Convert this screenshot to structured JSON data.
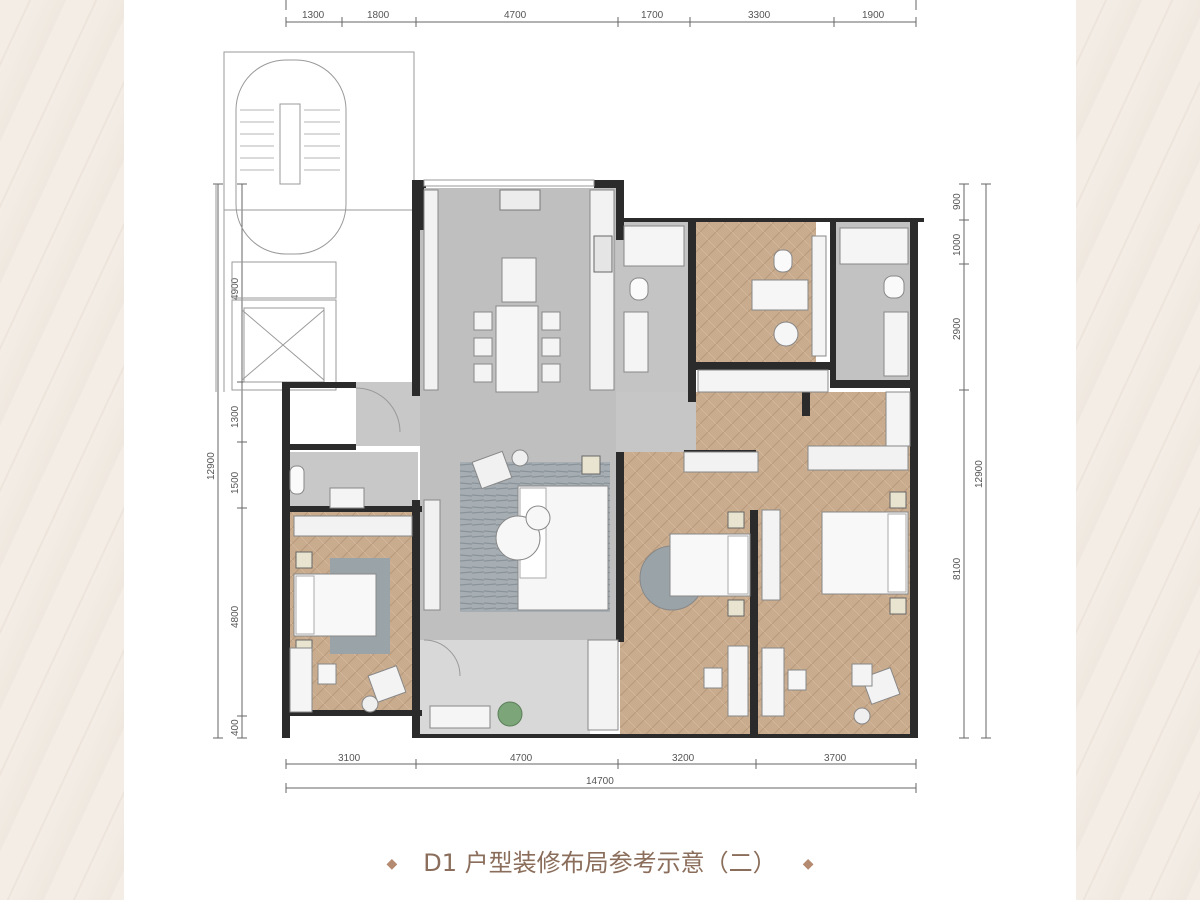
{
  "caption": {
    "text": "D1 户型装修布局参考示意（二）",
    "ornament": "diamond"
  },
  "dimensions": {
    "top": [
      "1300",
      "1800",
      "4700",
      "1700",
      "3300",
      "1900"
    ],
    "bottom": [
      "3100",
      "4700",
      "3200",
      "3700"
    ],
    "bottom_total": "14700",
    "left": [
      "4900",
      "1300",
      "1500",
      "4800",
      "400"
    ],
    "left_total": "12900",
    "right": [
      "900",
      "1000",
      "2900",
      "8100"
    ],
    "right_total": "12900"
  },
  "colors": {
    "wall": "#2b2b2b",
    "wood_floor": "#c9ab8e",
    "stone_floor": "#b9b9b9",
    "balcony_floor": "#dcdcdc",
    "rug": "#9aa3a8",
    "caption": "#8a6d5a"
  }
}
